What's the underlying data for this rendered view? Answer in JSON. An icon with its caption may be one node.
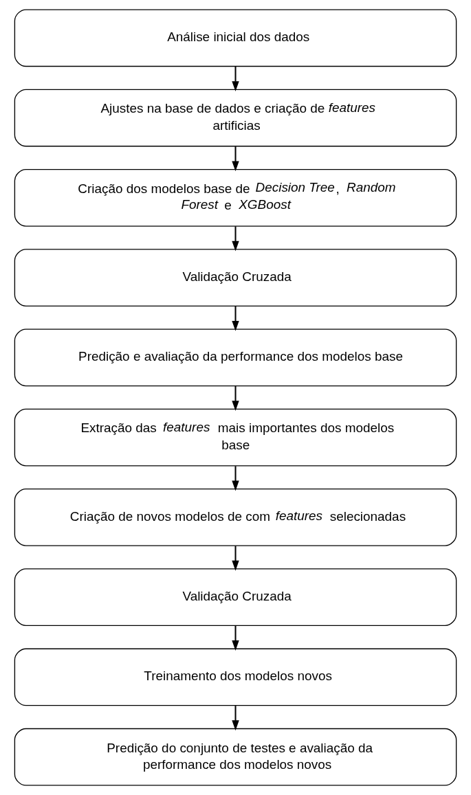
{
  "diagram": {
    "nodes": [
      {
        "text": [
          "Análise inicial dos dados"
        ]
      },
      {
        "text": [
          "Ajustes na base de dados e criação de *features* artificias"
        ]
      },
      {
        "text": [
          "Criação dos modelos base de *Decision Tree*, *Random Forest* e *XGBoost*"
        ]
      },
      {
        "text": [
          "Validação Cruzada"
        ]
      },
      {
        "text": [
          "Predição e avaliação da performance dos modelos base"
        ]
      },
      {
        "text": [
          "Extração das *features* mais importantes dos modelos base"
        ]
      },
      {
        "text": [
          "Criação de novos modelos de com *features* selecionadas"
        ]
      },
      {
        "text": [
          "Validação Cruzada"
        ]
      },
      {
        "text": [
          "Treinamento dos modelos novos"
        ]
      },
      {
        "text": [
          "Predição do conjunto de testes e avaliação da performance dos modelos novos"
        ]
      }
    ],
    "edges": [
      {
        "from": 0,
        "to": 1,
        "arrow": "to"
      },
      {
        "from": 1,
        "to": 2,
        "arrow": "to"
      },
      {
        "from": 2,
        "to": 3,
        "arrow": "to"
      },
      {
        "from": 3,
        "to": 4,
        "arrow": "to"
      },
      {
        "from": 4,
        "to": 5,
        "arrow": "to"
      },
      {
        "from": 5,
        "to": 6,
        "arrow": "to"
      },
      {
        "from": 6,
        "to": 7,
        "arrow": "to"
      },
      {
        "from": 7,
        "to": 8,
        "arrow": "to"
      },
      {
        "from": 8,
        "to": 9,
        "arrow": "to"
      }
    ]
  }
}
